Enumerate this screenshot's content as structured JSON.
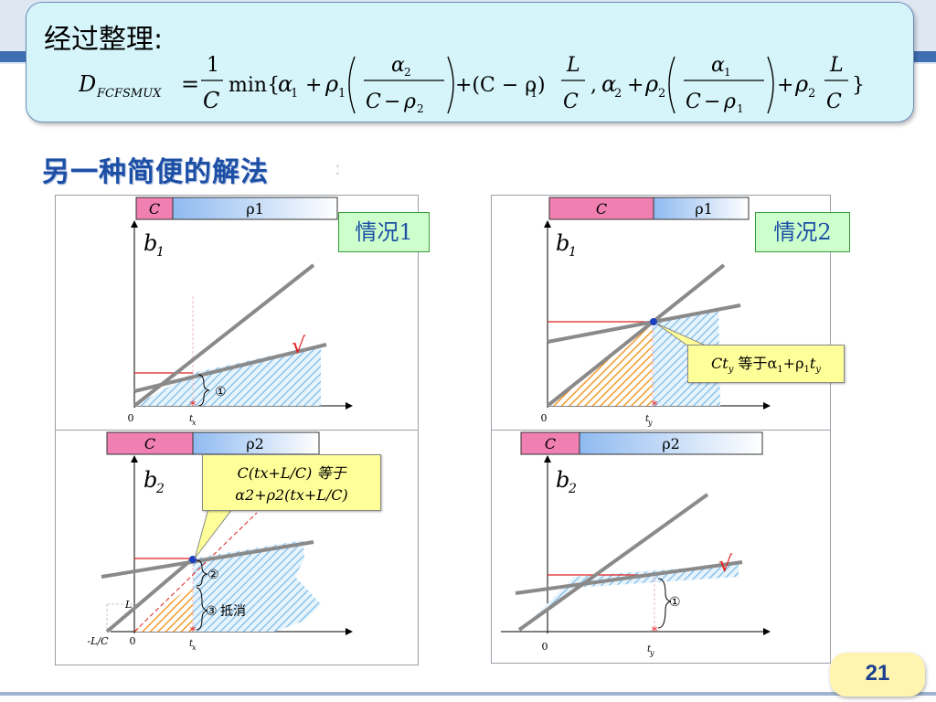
{
  "title": "经过整理:",
  "subtitle": "另一种简便的解法",
  "subtitle_suffix": ":",
  "formula": {
    "lhs": "D",
    "lhs_sub": "FCFSMUX",
    "eq": "=",
    "one": "1",
    "C": "C",
    "min": "min{",
    "alpha": "α",
    "rho": "ρ",
    "sub1": "1",
    "sub2": "2",
    "plus": "+",
    "minus": "−",
    "L": "L",
    "open_cp": "+(C − ρ",
    "close_p": ")",
    "comma": ",",
    "close_brace": "}"
  },
  "panels": {
    "case1": {
      "header_c": "C",
      "header_rho": "ρ1",
      "case_label": "情况1",
      "b_label": "b",
      "b_sub": "1",
      "check": "√",
      "marker": "①",
      "origin": "0",
      "t_axis": "t",
      "t_sub": "x"
    },
    "case2": {
      "header_c": "C",
      "header_rho": "ρ1",
      "case_label": "情况2",
      "b_label": "b",
      "b_sub": "1",
      "callout": {
        "ct": "Ct",
        "ct_sub": "y",
        "mid": " 等于α",
        "a_sub": "1",
        "plus_rho": "+ρ",
        "rho_sub": "1",
        "t": "t",
        "t_sub": "y"
      },
      "origin": "0",
      "t_axis": "t",
      "t_sub": "y"
    },
    "case3": {
      "header_c": "C",
      "header_rho": "ρ2",
      "b_label": "b",
      "b_sub": "2",
      "callout_line1": "C(tx+L/C) 等于",
      "callout_line2": "α2+ρ2(tx+L/C)",
      "marker2": "②",
      "marker3": "③",
      "cancel": "抵消",
      "L_label": "L",
      "neg_label": "-L/C",
      "origin": "0",
      "t_axis": "t",
      "t_sub": "x"
    },
    "case4": {
      "header_c": "C",
      "header_rho": "ρ2",
      "b_label": "b",
      "b_sub": "2",
      "check": "√",
      "marker": "①",
      "origin": "0",
      "t_axis": "t",
      "t_sub": "y"
    }
  },
  "page_number": "21",
  "colors": {
    "accent_blue": "#1d4fa6",
    "formula_bg": "#d6f5fb",
    "pink": "#f07fb2",
    "header_blue": "#8fbaf0",
    "hatch_blue": "#8cc4ec",
    "hatch_orange": "#f39a2c",
    "line_gray": "#8a8a8a",
    "red": "#e02020",
    "callout_yellow": "#ffff99"
  }
}
